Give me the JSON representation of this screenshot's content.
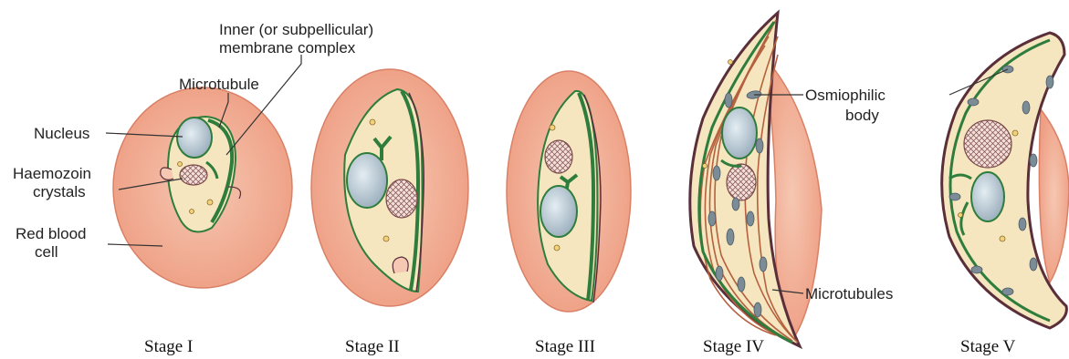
{
  "labels": {
    "inner_membrane_line1": "Inner (or subpellicular)",
    "inner_membrane_line2": "membrane complex",
    "microtubule": "Microtubule",
    "nucleus": "Nucleus",
    "haemozoin_line1": "Haemozoin",
    "haemozoin_line2": "crystals",
    "rbc_line1": "Red blood",
    "rbc_line2": "cell",
    "osmiophilic_line1": "Osmiophilic",
    "osmiophilic_line2": "body",
    "microtubules": "Microtubules"
  },
  "stages": [
    "Stage I",
    "Stage II",
    "Stage III",
    "Stage IV",
    "Stage V"
  ],
  "colors": {
    "rbc_fill": "#f4b9a0",
    "rbc_stroke": "#d9866c",
    "parasite_fill": "#f5e6bf",
    "membrane_green": "#2f7d3c",
    "membrane_dark": "#5a2f3a",
    "nucleus_fill": "#b8c7d2",
    "osmiophilic_fill": "#7c8c96",
    "microtubule_red": "#b5603e",
    "haemozoin_fill": "#e9c9c1"
  }
}
